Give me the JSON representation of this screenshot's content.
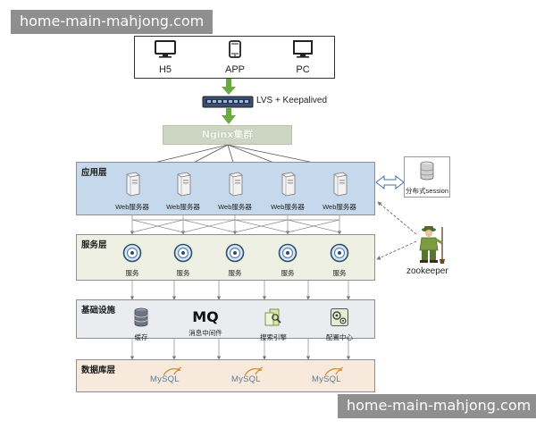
{
  "watermark": {
    "top": "home-main-mahjong.com",
    "bottom": "home-main-mahjong.com"
  },
  "clients": [
    {
      "label": "H5",
      "icon": "monitor-icon"
    },
    {
      "label": "APP",
      "icon": "phone-icon"
    },
    {
      "label": "PC",
      "icon": "desktop-icon"
    }
  ],
  "lvs": {
    "label": "LVS + Keepalived",
    "icon": "switch-icon"
  },
  "nginx": {
    "label": "Nginx集群"
  },
  "layers": {
    "app": {
      "title": "应用层",
      "nodes": [
        "Web服务器",
        "Web服务器",
        "Web服务器",
        "Web服务器",
        "Web服务器"
      ]
    },
    "service": {
      "title": "服务层",
      "nodes": [
        "服务",
        "服务",
        "服务",
        "服务",
        "服务"
      ]
    },
    "infra": {
      "title": "基础设施",
      "nodes": [
        {
          "label": "缓存",
          "icon": "database-icon"
        },
        {
          "label": "消息中间件",
          "icon": "mq-icon",
          "mark": "MQ"
        },
        {
          "label": "搜索引擎",
          "icon": "search-engine-icon"
        },
        {
          "label": "配置中心",
          "icon": "config-icon"
        }
      ]
    },
    "db": {
      "title": "数据库层",
      "nodes": [
        "MySQL",
        "MySQL",
        "MySQL"
      ]
    }
  },
  "session": {
    "label": "分布式session"
  },
  "zookeeper": {
    "label": "zookeeper"
  },
  "colors": {
    "arrow_green": "#6aab3f",
    "app_layer": "#c6d8ec",
    "service_layer": "#eef0e4",
    "infra_layer": "#eaecf0",
    "db_layer": "#f7e9dc",
    "nginx_box": "#cdd6c3"
  }
}
